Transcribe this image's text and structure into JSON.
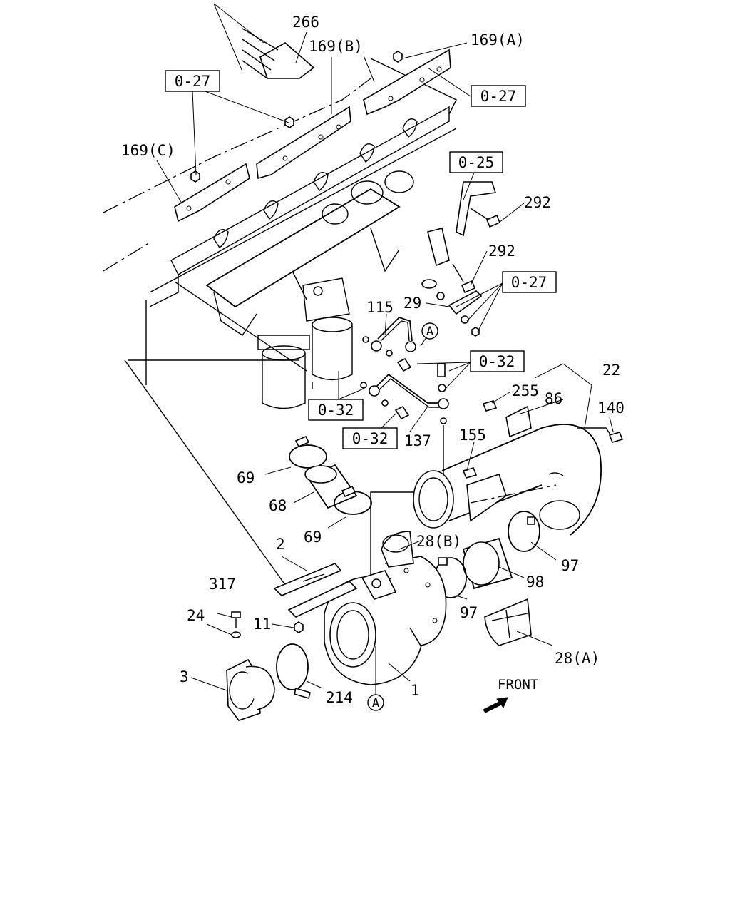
{
  "callouts": {
    "p266": "266",
    "p169b": "169(B)",
    "p169a": "169(A)",
    "p169c": "169(C)",
    "p292_a": "292",
    "p292_b": "292",
    "p29": "29",
    "p115": "115",
    "p22": "22",
    "p255": "255",
    "p86": "86",
    "p140": "140",
    "p155": "155",
    "p137": "137",
    "p69_a": "69",
    "p68": "68",
    "p69_b": "69",
    "p28b": "28(B)",
    "p97_a": "97",
    "p98": "98",
    "p97_b": "97",
    "p2": "2",
    "p317": "317",
    "p24": "24",
    "p11": "11",
    "p3": "3",
    "p214": "214",
    "p1": "1",
    "p28a": "28(A)"
  },
  "refs": {
    "r027_a": "0-27",
    "r027_b": "0-27",
    "r025": "0-25",
    "r027_c": "0-27",
    "r032_a": "0-32",
    "r032_b": "0-32",
    "r032_c": "0-32"
  },
  "connectors": {
    "a_top": "A",
    "a_bottom": "A"
  },
  "direction": {
    "label": "FRONT"
  }
}
